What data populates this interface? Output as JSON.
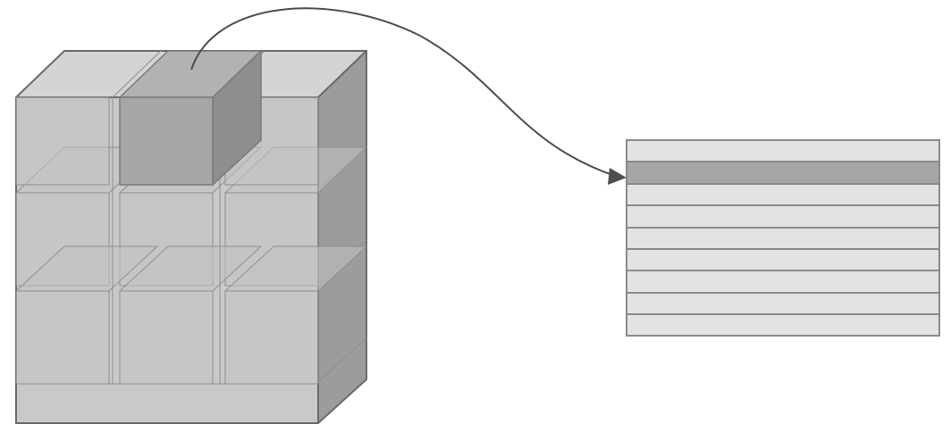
{
  "colors": {
    "background": "#ffffff",
    "cube_front": "#cbcbcb",
    "cube_top": "#d3d3d3",
    "cube_side": "#9b9b9b",
    "cell_face": "#c6c6c6",
    "highlight_front": "#a8a8a8",
    "highlight_top": "#b4b4b4",
    "highlight_side": "#8f8f8f",
    "row_default": "#e3e3e3",
    "row_highlight": "#a6a6a6",
    "arrow": "#4f4f4f"
  },
  "icons": {
    "cube": "cube-3x3-grid",
    "highlighted_cell": "highlighted-voxel",
    "arrow": "curved-arrow",
    "row_list": "stacked-rows"
  },
  "cube": {
    "rows": 3,
    "columns": 3,
    "highlighted_cell": {
      "row": 1,
      "column": 2
    }
  },
  "row_list": {
    "count": 9,
    "highlighted_index": 2
  }
}
